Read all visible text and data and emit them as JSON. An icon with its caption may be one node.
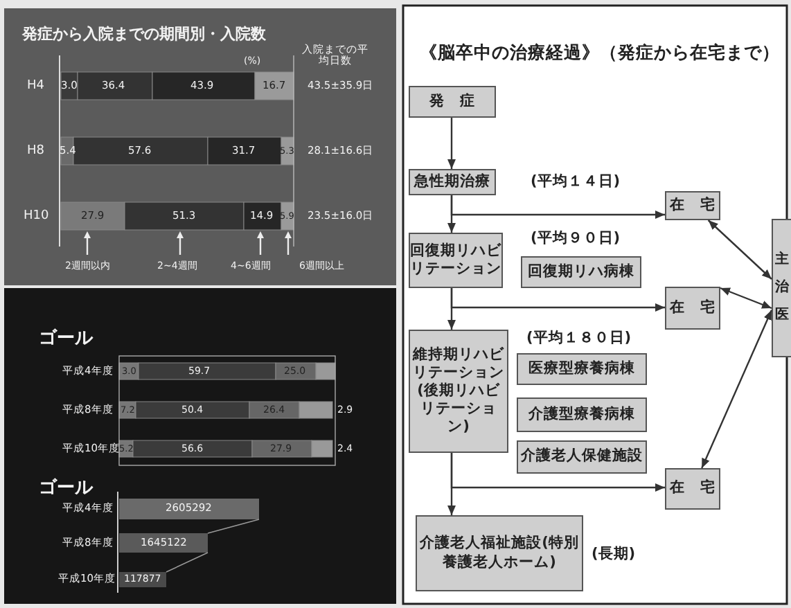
{
  "diagram": {
    "title": "《脳卒中の治療経過》（発症から在宅まで）",
    "nodes": [
      {
        "text": [
          "発　症"
        ]
      },
      {
        "text": [
          "急性期治療"
        ],
        "beside": [
          "(平均１４日)"
        ]
      },
      {
        "text": [
          "在　宅"
        ]
      },
      {
        "text": [
          "回復期リハビリテーション"
        ]
      },
      {
        "text": [
          "回復期リハ病棟"
        ]
      },
      {
        "text": [
          "主治医"
        ]
      },
      {
        "text": [
          "在　宅"
        ]
      },
      {
        "text": [
          "維持期リハビリテーション(後期リハビリテーション)"
        ]
      },
      {
        "text": [
          "医療型療養病棟"
        ]
      },
      {
        "text": [
          "介護型療養病棟"
        ]
      },
      {
        "text": [
          "介護老人保健施設"
        ]
      },
      {
        "text": [
          "在　宅"
        ]
      },
      {
        "text": [
          "介護老人福祉施設(特別養護老人ホーム)"
        ],
        "beside": [
          "(長期)"
        ]
      }
    ],
    "edges": [
      {
        "from": 0,
        "to": 1,
        "arrow": "to"
      },
      {
        "from": 1,
        "to": 3,
        "arrow": "to"
      },
      {
        "from": 1,
        "to": 2,
        "arrow": "to"
      },
      {
        "from": 3,
        "to": 7,
        "arrow": "to"
      },
      {
        "from": 3,
        "to": 6,
        "arrow": "to"
      },
      {
        "from": 7,
        "to": 12,
        "arrow": "to"
      },
      {
        "from": 7,
        "to": 11,
        "arrow": "to"
      },
      {
        "from": 2,
        "to": 5,
        "arrow": "both"
      },
      {
        "from": 6,
        "to": 5,
        "arrow": "both"
      },
      {
        "from": 11,
        "to": 5,
        "arrow": "both"
      }
    ],
    "labels": [
      "発症から入院までの期間別・入院数",
      "(%)",
      "入院までの平均日数",
      "H4",
      "3.0",
      "36.4",
      "43.9",
      "16.7",
      "43.5±35.9日",
      "H8",
      "5.4",
      "57.6",
      "31.7",
      "5.3",
      "28.1±16.6日",
      "H10",
      "27.9",
      "51.3",
      "14.9",
      "5.9",
      "23.5±16.0日",
      "2週間以内",
      "2~4週間",
      "4~6週間",
      "6週間以上",
      "ゴール",
      "平成4年度",
      "3.0",
      "59.7",
      "25.0",
      "平成8年度",
      "7.2",
      "50.4",
      "26.4",
      "2.9",
      "平成10年度",
      "5.2",
      "56.6",
      "27.9",
      "2.4",
      "ゴール",
      "平成4年度",
      "2605292",
      "平成8年度",
      "1645122",
      "平成10年度",
      "117877",
      "(平均９０日)",
      "(平均１８０日)"
    ]
  }
}
